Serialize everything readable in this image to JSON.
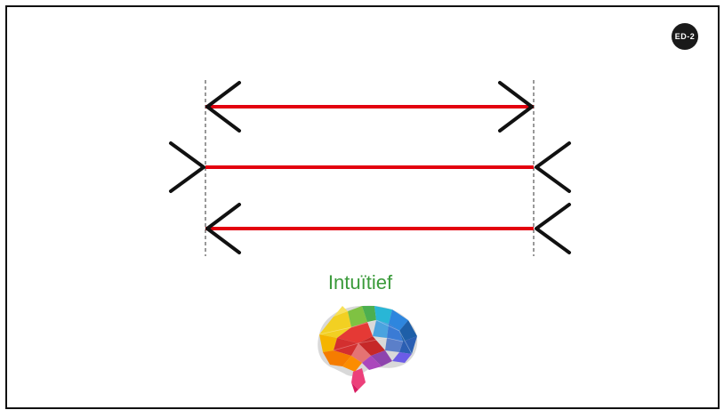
{
  "badge": {
    "label": "ED-2"
  },
  "caption": {
    "label": "Intuïtief"
  },
  "figure": {
    "shaft_color": "#e3000f",
    "fin_color": "#111111",
    "guide_color": "#333333",
    "frame_color": "#111111",
    "caption_color": "#3a9a3a",
    "rows": [
      {
        "left_fin": "arrowhead-out",
        "right_fin": "arrowhead-out"
      },
      {
        "left_fin": "tail-in",
        "right_fin": "tail-in"
      },
      {
        "left_fin": "arrowhead-out",
        "right_fin": "tail-in"
      }
    ]
  },
  "icons": {
    "badge": "circle-badge",
    "brain": "low-poly-colorful-brain-icon"
  }
}
